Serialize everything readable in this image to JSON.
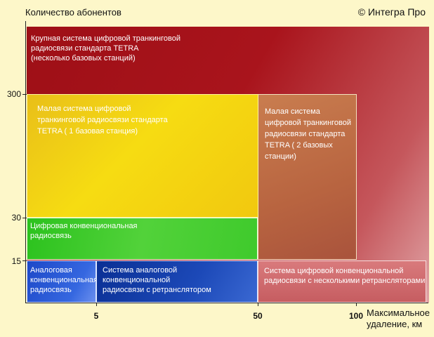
{
  "header": {
    "y_axis_label": "Количество абонентов",
    "copyright": "© Интегра Про"
  },
  "axes": {
    "y_ticks": [
      "300",
      "30",
      "15"
    ],
    "x_ticks": [
      "5",
      "50",
      "100"
    ],
    "x_label_line1": "Максимальное",
    "x_label_line2": "удаление, км"
  },
  "regions": {
    "large_tetra": {
      "line1": "Крупная система цифровой транкинговой",
      "line2": "радиосвязи стандарта TETRA",
      "line3": "(несколько базовых станций)"
    },
    "small_tetra_1": {
      "line1": "Малая система цифровой",
      "line2": "транкинговой радиосвязи стандарта",
      "line3": "TETRA ( 1 базовая станция)"
    },
    "small_tetra_2": {
      "line1": "Малая система",
      "line2": "цифровой транкинговой",
      "line3": "радиосвязи стандарта",
      "line4": "TETRA ( 2 базовых",
      "line5": "станции)"
    },
    "digital_conventional": {
      "line1": "Цифровая конвенциональная",
      "line2": "радиосвязь"
    },
    "analog_conventional": {
      "line1": "Аналоговая",
      "line2": "конвенциональная",
      "line3": "радиосвязь"
    },
    "analog_repeater": {
      "line1": "Система аналоговой",
      "line2": "конвенциональной",
      "line3": "радиосвязи с ретранслятором"
    },
    "digital_repeaters": {
      "line1": "Система цифровой конвенциональной",
      "line2": "радиосвязи с несколькими ретрансляторами"
    }
  }
}
